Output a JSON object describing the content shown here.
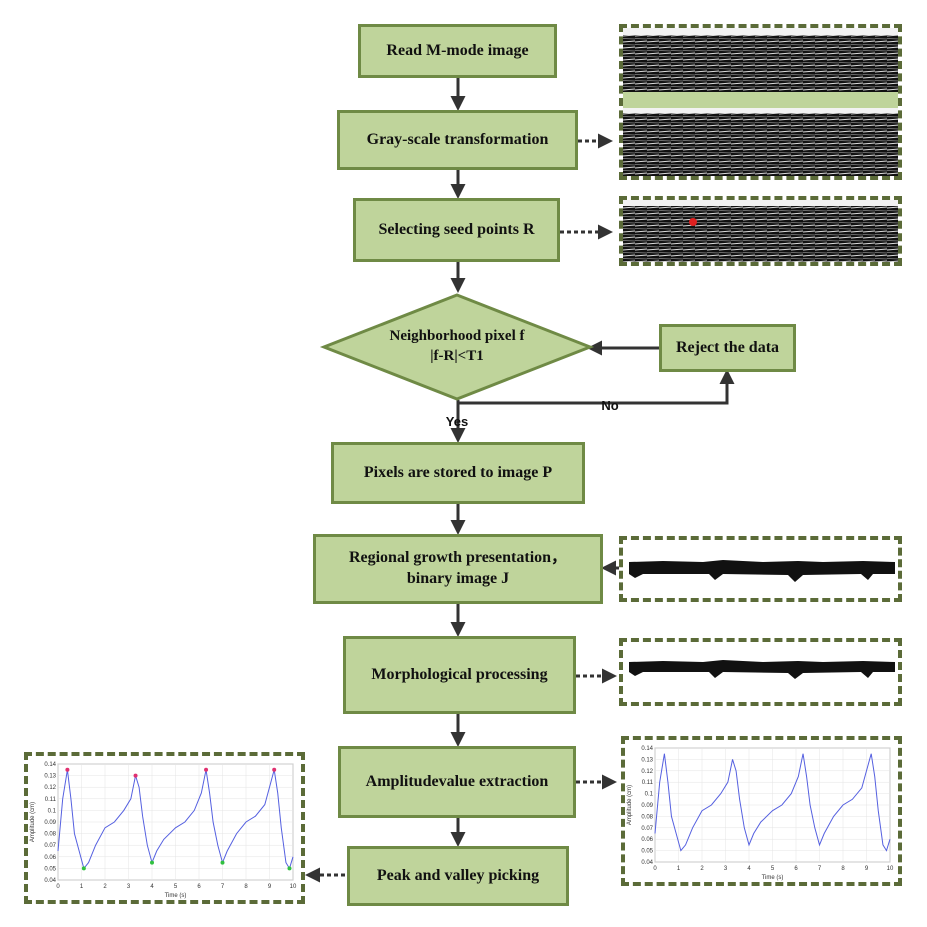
{
  "steps": {
    "read": "Read M-mode image",
    "gray": "Gray-scale transformation",
    "seed": "Selecting seed points R",
    "decision_line1": "Neighborhood pixel f",
    "decision_line2": "|f-R|<T1",
    "reject": "Reject the data",
    "store": "Pixels are stored to image P",
    "regional_line1": "Regional growth presentation，",
    "regional_line2": "binary image J",
    "morph": "Morphological processing",
    "amp": "Amplitudevalue extraction",
    "peak": "Peak and valley picking"
  },
  "branches": {
    "yes": "Yes",
    "no": "No"
  },
  "colors": {
    "box_fill": "#bfd49b",
    "box_border": "#6f8a45",
    "panel_border": "#5b6b38",
    "arrow": "#333333",
    "signal": "#5560e0"
  },
  "chart_data": [
    {
      "type": "line",
      "name": "amplitude-signal",
      "xlabel": "Time (s)",
      "ylabel": "Amplitude (cm)",
      "xlim": [
        0,
        10
      ],
      "ylim": [
        0.04,
        0.14
      ],
      "xticks": [
        "0",
        "1",
        "2",
        "3",
        "4",
        "5",
        "6",
        "7",
        "8",
        "9",
        "10"
      ],
      "yticks": [
        "0.04",
        "0.05",
        "0.06",
        "0.07",
        "0.08",
        "0.09",
        "0.1",
        "0.11",
        "0.12",
        "0.13",
        "0.14"
      ],
      "x": [
        0,
        0.2,
        0.4,
        0.55,
        0.7,
        0.9,
        1.1,
        1.3,
        1.6,
        2.0,
        2.4,
        2.8,
        3.1,
        3.3,
        3.45,
        3.6,
        3.8,
        4.0,
        4.2,
        4.5,
        5.0,
        5.4,
        5.8,
        6.1,
        6.3,
        6.45,
        6.6,
        6.8,
        7.0,
        7.2,
        7.6,
        8.0,
        8.4,
        8.8,
        9.0,
        9.2,
        9.35,
        9.5,
        9.7,
        9.85,
        10
      ],
      "y": [
        0.065,
        0.11,
        0.135,
        0.11,
        0.08,
        0.065,
        0.05,
        0.055,
        0.07,
        0.085,
        0.09,
        0.1,
        0.11,
        0.13,
        0.12,
        0.095,
        0.07,
        0.055,
        0.065,
        0.075,
        0.085,
        0.09,
        0.1,
        0.115,
        0.135,
        0.115,
        0.09,
        0.07,
        0.055,
        0.065,
        0.08,
        0.09,
        0.095,
        0.105,
        0.12,
        0.135,
        0.115,
        0.085,
        0.055,
        0.05,
        0.06
      ]
    },
    {
      "type": "line",
      "name": "peak-valley-signal",
      "xlabel": "Time (s)",
      "ylabel": "Amplitude (cm)",
      "xlim": [
        0,
        10
      ],
      "ylim": [
        0.04,
        0.14
      ],
      "xticks": [
        "0",
        "1",
        "2",
        "3",
        "4",
        "5",
        "6",
        "7",
        "8",
        "9",
        "10"
      ],
      "yticks": [
        "0.04",
        "0.05",
        "0.06",
        "0.07",
        "0.08",
        "0.09",
        "0.1",
        "0.11",
        "0.12",
        "0.13",
        "0.14"
      ],
      "x": [
        0,
        0.2,
        0.4,
        0.55,
        0.7,
        0.9,
        1.1,
        1.3,
        1.6,
        2.0,
        2.4,
        2.8,
        3.1,
        3.3,
        3.45,
        3.6,
        3.8,
        4.0,
        4.2,
        4.5,
        5.0,
        5.4,
        5.8,
        6.1,
        6.3,
        6.45,
        6.6,
        6.8,
        7.0,
        7.2,
        7.6,
        8.0,
        8.4,
        8.8,
        9.0,
        9.2,
        9.35,
        9.5,
        9.7,
        9.85,
        10
      ],
      "y": [
        0.065,
        0.11,
        0.135,
        0.11,
        0.08,
        0.065,
        0.05,
        0.055,
        0.07,
        0.085,
        0.09,
        0.1,
        0.11,
        0.13,
        0.12,
        0.095,
        0.07,
        0.055,
        0.065,
        0.075,
        0.085,
        0.09,
        0.1,
        0.115,
        0.135,
        0.115,
        0.09,
        0.07,
        0.055,
        0.065,
        0.08,
        0.09,
        0.095,
        0.105,
        0.12,
        0.135,
        0.115,
        0.085,
        0.055,
        0.05,
        0.06
      ],
      "peaks_x": [
        0.4,
        3.3,
        6.3,
        9.2
      ],
      "valleys_x": [
        1.1,
        4.0,
        7.0,
        9.85
      ]
    }
  ]
}
